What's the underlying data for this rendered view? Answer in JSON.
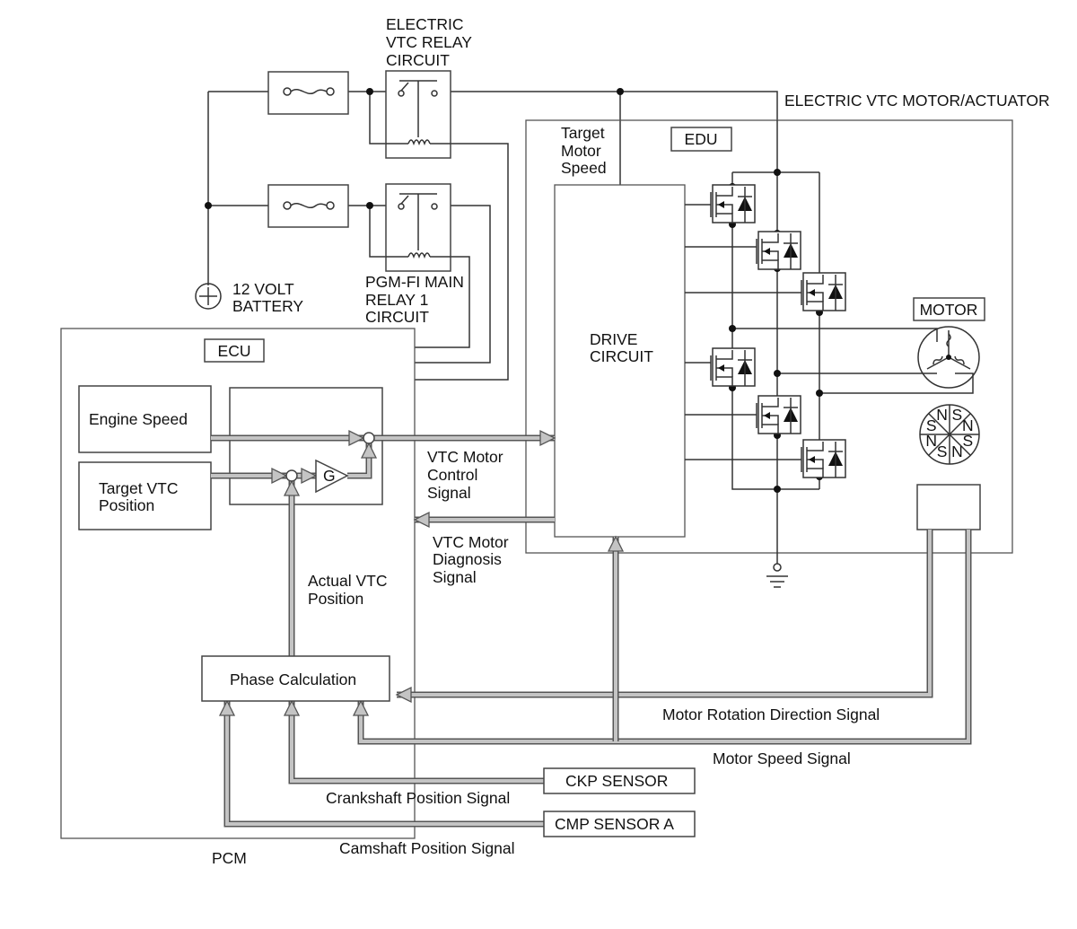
{
  "relays": {
    "electric_vtc": [
      "ELECTRIC",
      "VTC RELAY",
      "CIRCUIT"
    ],
    "pgm_fi": [
      "PGM-FI MAIN",
      "RELAY 1",
      "CIRCUIT"
    ]
  },
  "battery": [
    "12 VOLT",
    "BATTERY"
  ],
  "actuator_title": "ELECTRIC VTC MOTOR/ACTUATOR",
  "edu": {
    "label": "EDU",
    "target_speed": [
      "Target",
      "Motor",
      "Speed"
    ],
    "drive_circuit": [
      "DRIVE",
      "CIRCUIT"
    ]
  },
  "motor": {
    "label": "MOTOR",
    "poles": [
      "S",
      "N",
      "S",
      "N",
      "S",
      "N",
      "S",
      "N"
    ]
  },
  "ecu": {
    "label": "ECU",
    "engine_speed": "Engine Speed",
    "target_vtc": [
      "Target VTC",
      "Position"
    ],
    "gain": "G",
    "actual_vtc": [
      "Actual VTC",
      "Position"
    ],
    "phase_calc": "Phase Calculation"
  },
  "signals": {
    "control": [
      "VTC Motor",
      "Control",
      "Signal"
    ],
    "diagnosis": [
      "VTC Motor",
      "Diagnosis",
      "Signal"
    ],
    "rotation": "Motor Rotation Direction Signal",
    "speed": "Motor Speed Signal",
    "crank": "Crankshaft Position Signal",
    "cam": "Camshaft Position Signal"
  },
  "sensors": {
    "ckp": "CKP SENSOR",
    "cmp": "CMP SENSOR A"
  },
  "pcm": "PCM"
}
